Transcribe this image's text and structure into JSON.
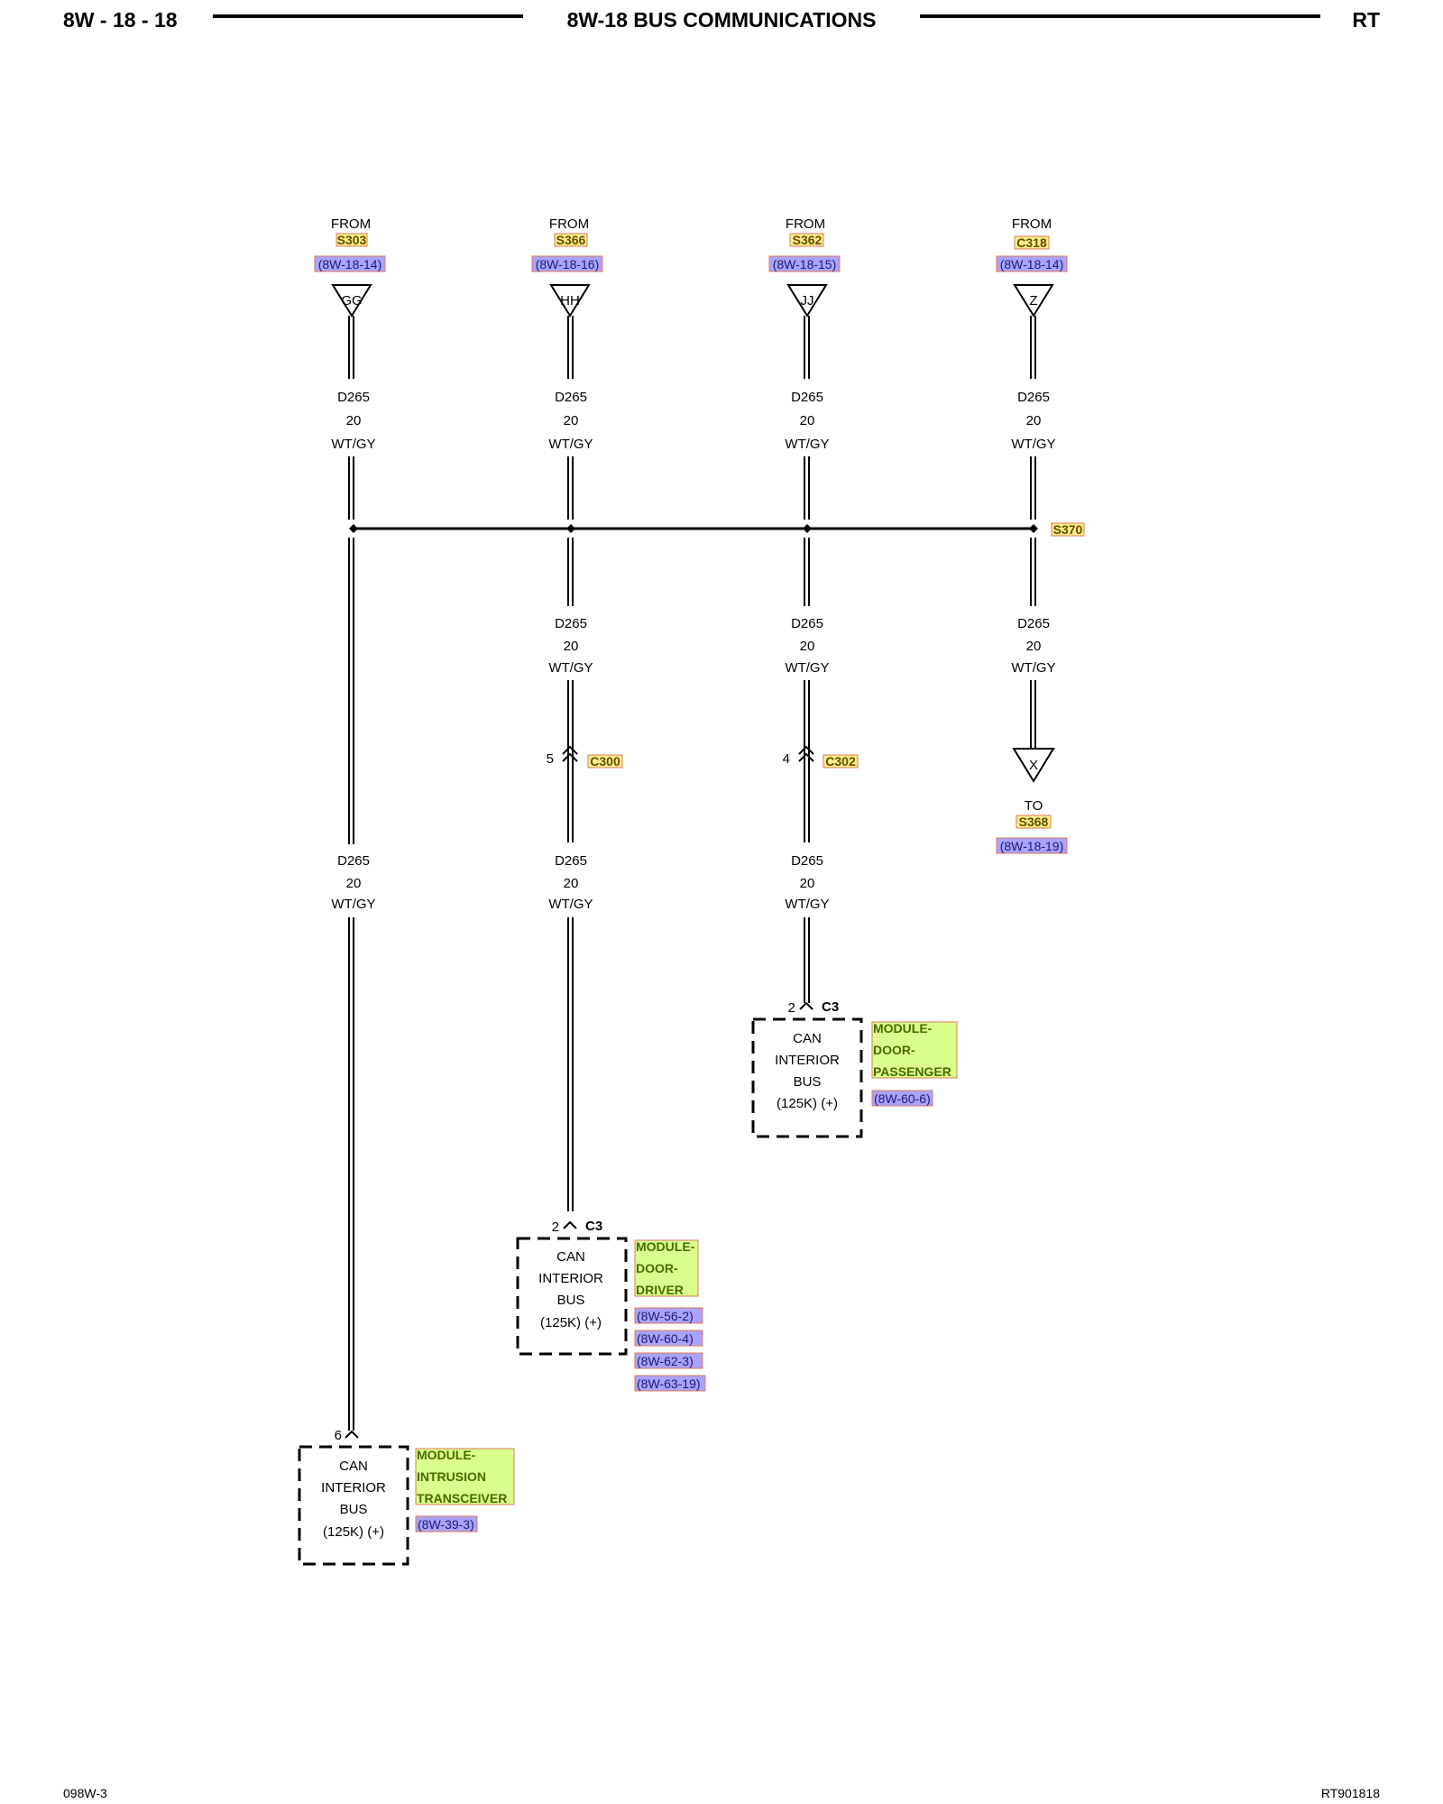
{
  "header": {
    "page_number": "8W - 18 - 18",
    "title": "8W-18 BUS COMMUNICATIONS",
    "code": "RT"
  },
  "footer": {
    "left": "098W-3",
    "right": "RT901818"
  },
  "colors": {
    "link_yellow": "#f6f08a",
    "link_purple": "#a9a3ff",
    "module_green": "#d9ff8c",
    "link_border": "#e07a5a"
  },
  "sources": [
    {
      "from_label": "FROM",
      "splice": "S303",
      "ref": "(8W-18-14)",
      "pin": "GG",
      "wire": {
        "circuit": "D265",
        "gauge": "20",
        "color": "WT/GY"
      }
    },
    {
      "from_label": "FROM",
      "splice": "S366",
      "ref": "(8W-18-16)",
      "pin": "HH",
      "wire": {
        "circuit": "D265",
        "gauge": "20",
        "color": "WT/GY"
      }
    },
    {
      "from_label": "FROM",
      "splice": "S362",
      "ref": "(8W-18-15)",
      "pin": "JJ",
      "wire": {
        "circuit": "D265",
        "gauge": "20",
        "color": "WT/GY"
      }
    },
    {
      "from_label": "FROM",
      "splice": "C318",
      "ref": "(8W-18-14)",
      "pin": "Z",
      "wire": {
        "circuit": "D265",
        "gauge": "20",
        "color": "WT/GY"
      }
    }
  ],
  "splice": {
    "name": "S370"
  },
  "branches": {
    "s366": {
      "circuit": "D265",
      "gauge": "20",
      "color": "WT/GY"
    },
    "s362": {
      "circuit": "D265",
      "gauge": "20",
      "color": "WT/GY"
    },
    "c318": {
      "circuit": "D265",
      "gauge": "20",
      "color": "WT/GY"
    }
  },
  "connectors": {
    "c300": {
      "name": "C300",
      "pin": "5"
    },
    "c302": {
      "name": "C302",
      "pin": "4"
    }
  },
  "to_s368": {
    "pin": "X",
    "to_label": "TO",
    "splice": "S368",
    "ref": "(8W-18-19)"
  },
  "lower_wires": {
    "intrusion": {
      "circuit": "D265",
      "gauge": "20",
      "color": "WT/GY"
    },
    "driver": {
      "circuit": "D265",
      "gauge": "20",
      "color": "WT/GY"
    },
    "passenger": {
      "circuit": "D265",
      "gauge": "20",
      "color": "WT/GY"
    }
  },
  "modules": {
    "passenger": {
      "pin": "2",
      "connector": "C3",
      "lines": [
        "CAN",
        "INTERIOR",
        "BUS",
        "(125K) (+)"
      ],
      "name_lines": [
        "MODULE-",
        "DOOR-",
        "PASSENGER"
      ],
      "refs": [
        "(8W-60-6)"
      ]
    },
    "driver": {
      "pin": "2",
      "connector": "C3",
      "lines": [
        "CAN",
        "INTERIOR",
        "BUS",
        "(125K) (+)"
      ],
      "name_lines": [
        "MODULE-",
        "DOOR-",
        "DRIVER"
      ],
      "refs": [
        "(8W-56-2)",
        "(8W-60-4)",
        "(8W-62-3)",
        "(8W-63-19)"
      ]
    },
    "intrusion": {
      "pin": "6",
      "lines": [
        "CAN",
        "INTERIOR",
        "BUS",
        "(125K) (+)"
      ],
      "name_lines": [
        "MODULE-",
        "INTRUSION",
        "TRANSCEIVER"
      ],
      "refs": [
        "(8W-39-3)"
      ]
    }
  }
}
